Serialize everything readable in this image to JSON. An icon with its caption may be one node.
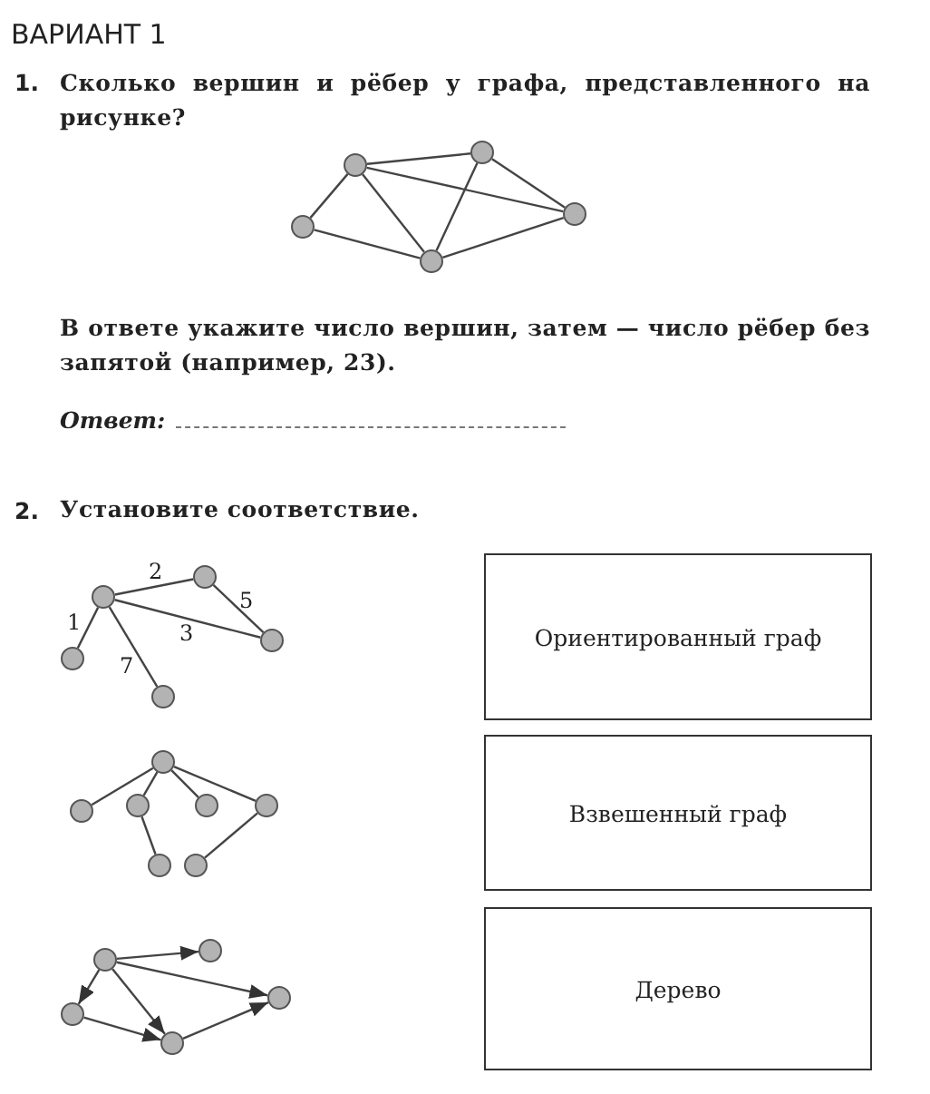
{
  "diagram": {
    "title": "ВАРИАНТ 1",
    "nodes": [
      {
        "text": [],
        "shape": "circle"
      },
      {
        "text": [],
        "shape": "circle"
      },
      {
        "text": [],
        "shape": "circle"
      },
      {
        "text": [],
        "shape": "circle"
      },
      {
        "text": [],
        "shape": "circle"
      },
      {
        "text": [],
        "shape": "circle"
      },
      {
        "text": [],
        "shape": "circle"
      },
      {
        "text": [],
        "shape": "circle"
      },
      {
        "text": [],
        "shape": "circle"
      },
      {
        "text": [],
        "shape": "circle"
      },
      {
        "text": [],
        "shape": "circle"
      },
      {
        "text": [],
        "shape": "circle"
      },
      {
        "text": [],
        "shape": "circle"
      },
      {
        "text": [],
        "shape": "circle"
      },
      {
        "text": [],
        "shape": "circle"
      },
      {
        "text": [],
        "shape": "circle"
      },
      {
        "text": [],
        "shape": "circle"
      },
      {
        "text": [],
        "shape": "circle"
      },
      {
        "text": [],
        "shape": "circle"
      },
      {
        "text": [],
        "shape": "circle"
      },
      {
        "text": [],
        "shape": "circle"
      },
      {
        "text": [],
        "shape": "circle"
      },
      {
        "text": [
          "Ориентированный граф"
        ]
      },
      {
        "text": [
          "Взвешенный граф"
        ]
      },
      {
        "text": [
          "Дерево"
        ]
      }
    ],
    "edges": [
      {
        "from": 1,
        "to": 3,
        "arrow": "none"
      },
      {
        "from": 1,
        "to": 0,
        "arrow": "none"
      },
      {
        "from": 1,
        "to": 2,
        "arrow": "none"
      },
      {
        "from": 1,
        "to": 4,
        "arrow": "none"
      },
      {
        "from": 3,
        "to": 2,
        "arrow": "none"
      },
      {
        "from": 3,
        "to": 4,
        "arrow": "none"
      },
      {
        "from": 0,
        "to": 2,
        "arrow": "none"
      },
      {
        "from": 2,
        "to": 4,
        "arrow": "none"
      },
      {
        "from": 6,
        "to": 8,
        "arrow": "none",
        "label": "2"
      },
      {
        "from": 8,
        "to": 9,
        "arrow": "none",
        "label": "5"
      },
      {
        "from": 6,
        "to": 9,
        "arrow": "none",
        "label": "3"
      },
      {
        "from": 6,
        "to": 5,
        "arrow": "none",
        "label": "1"
      },
      {
        "from": 6,
        "to": 7,
        "arrow": "none",
        "label": "7"
      },
      {
        "from": 13,
        "to": 10,
        "arrow": "none"
      },
      {
        "from": 13,
        "to": 11,
        "arrow": "none"
      },
      {
        "from": 13,
        "to": 15,
        "arrow": "none"
      },
      {
        "from": 13,
        "to": 16,
        "arrow": "none"
      },
      {
        "from": 11,
        "to": 12,
        "arrow": "none"
      },
      {
        "from": 16,
        "to": 14,
        "arrow": "none"
      },
      {
        "from": 18,
        "to": 20,
        "arrow": "to"
      },
      {
        "from": 18,
        "to": 21,
        "arrow": "to"
      },
      {
        "from": 18,
        "to": 17,
        "arrow": "to"
      },
      {
        "from": 18,
        "to": 19,
        "arrow": "to"
      },
      {
        "from": 17,
        "to": 19,
        "arrow": "to"
      },
      {
        "from": 19,
        "to": 21,
        "arrow": "to"
      }
    ],
    "labels": [
      "1.",
      "Сколько вершин и рёбер у графа, представленного на рисунке?",
      "В ответе укажите число вершин, затем — число рёбер без запятой (например, 23).",
      "Ответ:",
      "2.",
      "Установите соответствие."
    ]
  }
}
